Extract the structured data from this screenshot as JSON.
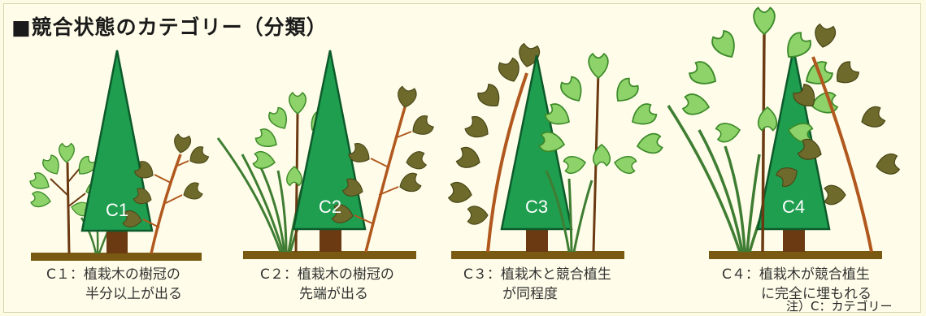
{
  "title": "■競合状態のカテゴリー（分類）",
  "panels": [
    {
      "tag": "C1",
      "caption_line1": "C１：植栽木の樹冠の",
      "caption_line2": "半分以上が出る"
    },
    {
      "tag": "C2",
      "caption_line1": "C２：植栽木の樹冠の",
      "caption_line2": "先端が出る"
    },
    {
      "tag": "C3",
      "caption_line1": "C３：植栽木と競合植生",
      "caption_line2": "が同程度"
    },
    {
      "tag": "C4",
      "caption_line1": "C４：植栽木が競合植生",
      "caption_line2": "に完全に埋もれる"
    }
  ],
  "note": "注）C：カテゴリー",
  "colors": {
    "background": "#fffde9",
    "tree": "#1f9e4f",
    "tree_outline": "#0d5a2a",
    "trunk": "#6b3a12",
    "ground": "#7a5a12",
    "light_leaf": "#8dd36a",
    "dark_leaf": "#6b6a2a",
    "stem": "#b0581e",
    "grass": "#3f7d33"
  }
}
